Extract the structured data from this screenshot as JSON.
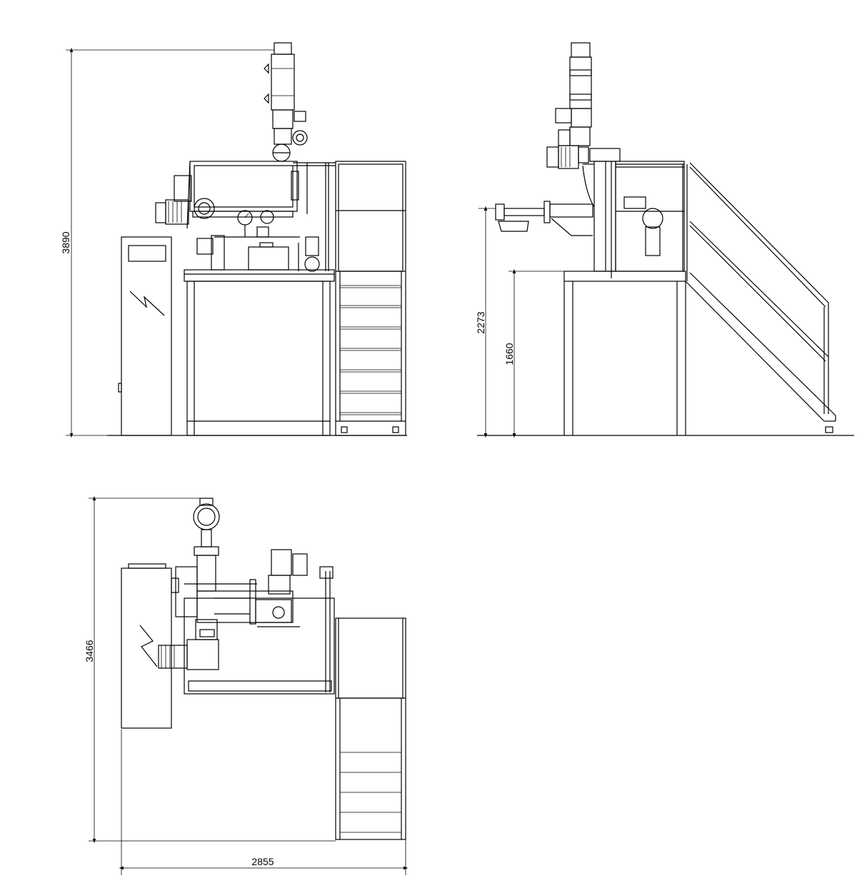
{
  "dimensions": {
    "front_height": "3890",
    "side_height_total": "2273",
    "side_platform_height": "1660",
    "plan_depth": "3466",
    "plan_width": "2855"
  }
}
